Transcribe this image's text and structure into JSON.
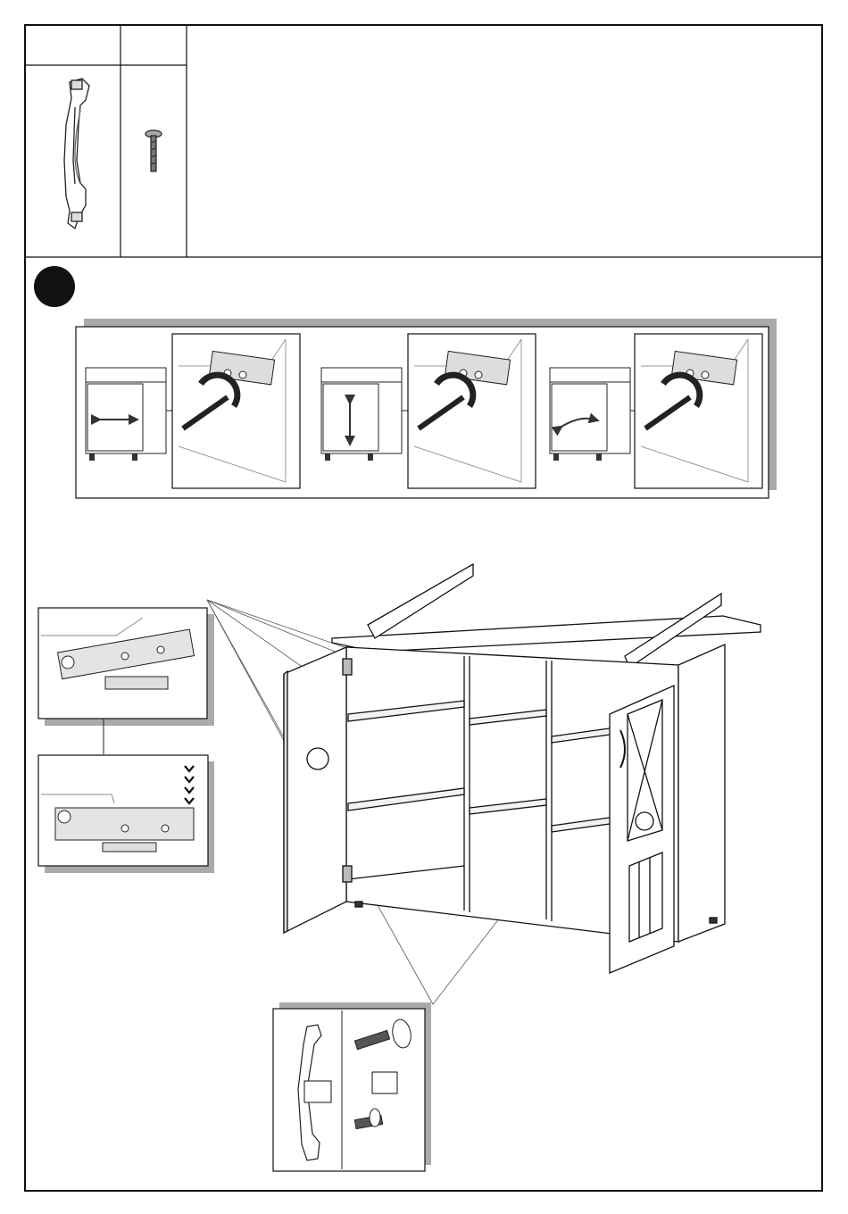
{
  "parts_table": {
    "headers": [
      "",
      ""
    ],
    "parts": [
      {
        "icon": "handle-icon"
      },
      {
        "icon": "screw-icon"
      }
    ]
  },
  "step": {
    "number": "",
    "adjustments": [
      {
        "direction": "horizontal",
        "icon": "arrow-left-right-icon"
      },
      {
        "direction": "vertical",
        "icon": "arrow-up-down-icon"
      },
      {
        "direction": "depth",
        "icon": "arrow-depth-icon"
      }
    ],
    "hinge_detail": {
      "check_marks": 4
    },
    "handle_detail": {
      "label_left": "",
      "label_right": ""
    }
  }
}
